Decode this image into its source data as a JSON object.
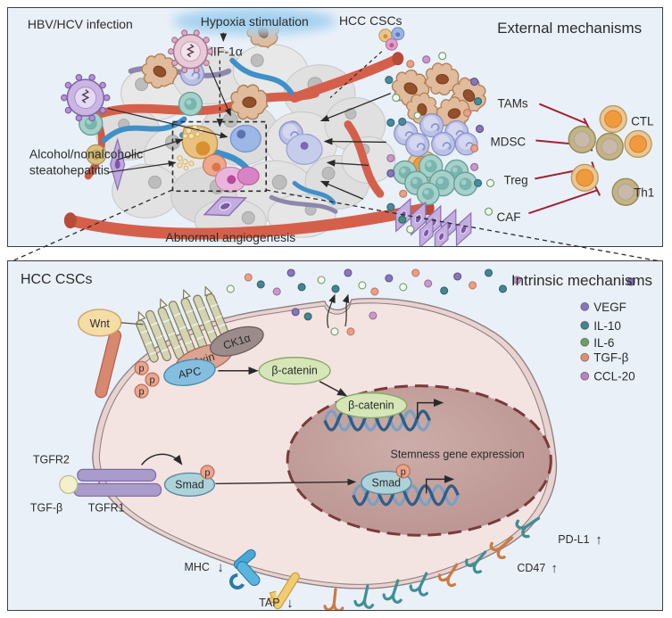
{
  "external": {
    "title": "External mechanisms",
    "hbv_label": "HBV/HCV infection",
    "hypoxia_label": "Hypoxia stimulation",
    "hif_label": "HIF-1α",
    "csc_label": "HCC CSCs",
    "alcohol_label_1": "Alcohol/nonalcoholic",
    "alcohol_label_2": "steatohepatitis",
    "angiogenesis_label": "Abnormal angiogenesis",
    "cells": {
      "tams": "TAMs",
      "mdsc": "MDSC",
      "treg": "Treg",
      "caf": "CAF",
      "ctl": "CTL",
      "th1": "Th1"
    }
  },
  "intrinsic": {
    "title": "Intrinsic mechanisms",
    "cell_label": "HCC CSCs",
    "legend": [
      {
        "label": "VEGF",
        "color": "#8678b8"
      },
      {
        "label": "IL-10",
        "color": "#44858f"
      },
      {
        "label": "IL-6",
        "color": "#6f9f62"
      },
      {
        "label": "TGF-β",
        "color": "#dd8f72"
      },
      {
        "label": "CCL-20",
        "color": "#b784bd"
      }
    ],
    "wnt": "Wnt",
    "axin": "Axin",
    "ck1a": "CK1α",
    "apc": "APC",
    "b_catenin_cyto": "β-catenin",
    "b_catenin_nuc": "β-catenin",
    "smad_cyto": "Smad",
    "smad_nuc": "Smad",
    "phospho": "p",
    "stemness": "Stemness gene expression",
    "tgfr2": "TGFR2",
    "tgfr1": "TGFR1",
    "tgfb": "TGF-β",
    "mhc": "MHC",
    "tap": "TAP",
    "pdl1": "PD-L1",
    "cd47": "CD47",
    "down_arrow": "↓",
    "up_arrow": "↑"
  }
}
